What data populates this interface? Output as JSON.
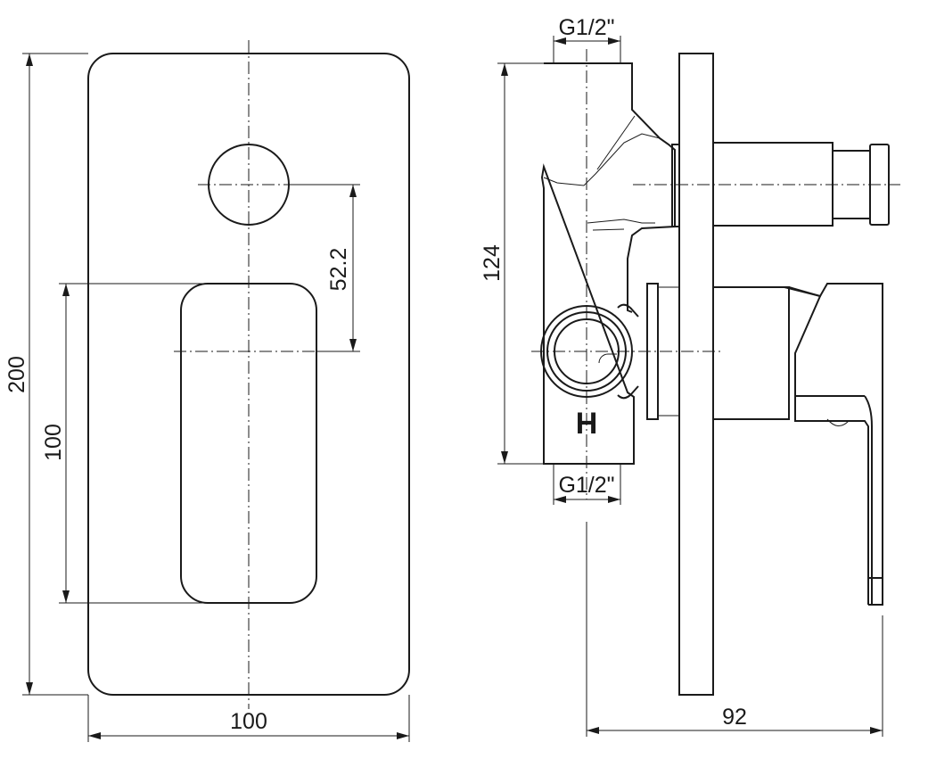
{
  "dimensions": {
    "front_width": "100",
    "front_height": "200",
    "handle_height": "100",
    "knob_offset": "52.2",
    "body_height": "124",
    "depth": "92",
    "thread_top": "G1/2\"",
    "thread_bottom": "G1/2\""
  },
  "markings": {
    "hot_inlet": "H"
  },
  "colors": {
    "line": "#1a1a1a",
    "background": "#ffffff"
  }
}
